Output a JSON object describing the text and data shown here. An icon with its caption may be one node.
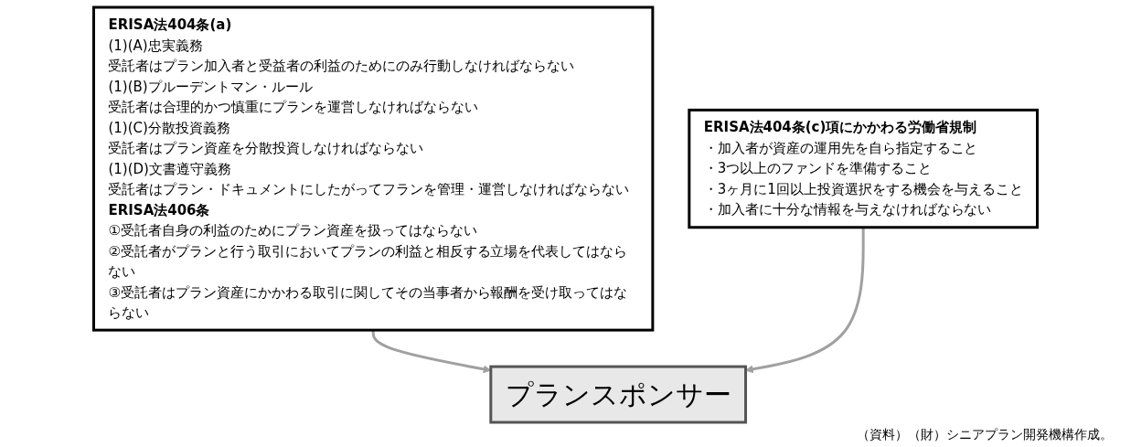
{
  "diagram": {
    "caption": "（資料）（財）シニアプラン開発機構作成。",
    "nodes": [
      {
        "text": [
          "ERISA法404条(a)",
          "(1)(A)忠実義務",
          "受託者はプラン加入者と受益者の利益のためにのみ行動しなければならない",
          "(1)(B)プルーデントマン・ルール",
          "受託者は合理的かつ慎重にプランを運営しなければならない",
          "(1)(C)分散投資義務",
          "受託者はプラン資産を分散投資しなければならない",
          "(1)(D)文書遵守義務",
          "受託者はプラン・ドキュメントにしたがってフランを管理・運営しなければならない",
          "ERISA法406条",
          "①受託者自身の利益のためにプラン資産を扱ってはならない",
          "②受託者がプランと行う取引においてプランの利益と相反する立場を代表してはならない",
          "③受託者はプラン資産にかかわる取引に関してその当事者から報酬を受け取ってはならない"
        ]
      },
      {
        "text": [
          "プランスポンサー"
        ]
      },
      {
        "text": [
          "ERISA法404条(c)項にかかわる労働省規制",
          "・加入者が資産の運用先を自ら指定すること",
          "・3つ以上のファンドを準備すること",
          "・3ヶ月に1回以上投資選択をする機会を与えること",
          "・加入者に十分な情報を与えなければならない"
        ]
      }
    ],
    "edges": [
      {
        "from": 0,
        "to": 1,
        "arrow": "to",
        "color": "#a0a0a0"
      },
      {
        "from": 2,
        "to": 1,
        "arrow": "to",
        "color": "#a0a0a0"
      }
    ]
  }
}
